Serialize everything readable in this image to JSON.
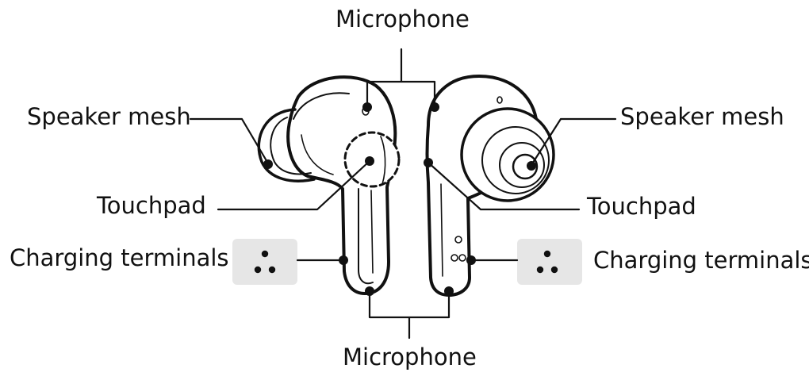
{
  "labels": {
    "microphone_top": "Microphone",
    "microphone_bottom": "Microphone",
    "speaker_mesh_left": "Speaker mesh",
    "speaker_mesh_right": "Speaker mesh",
    "touchpad_left": "Touchpad",
    "touchpad_right": "Touchpad",
    "charging_terminals_left": "Charging terminals",
    "charging_terminals_right": "Charging terminals"
  },
  "colors": {
    "outline": "#111111",
    "terminal_plate": "#e6e6e6"
  }
}
